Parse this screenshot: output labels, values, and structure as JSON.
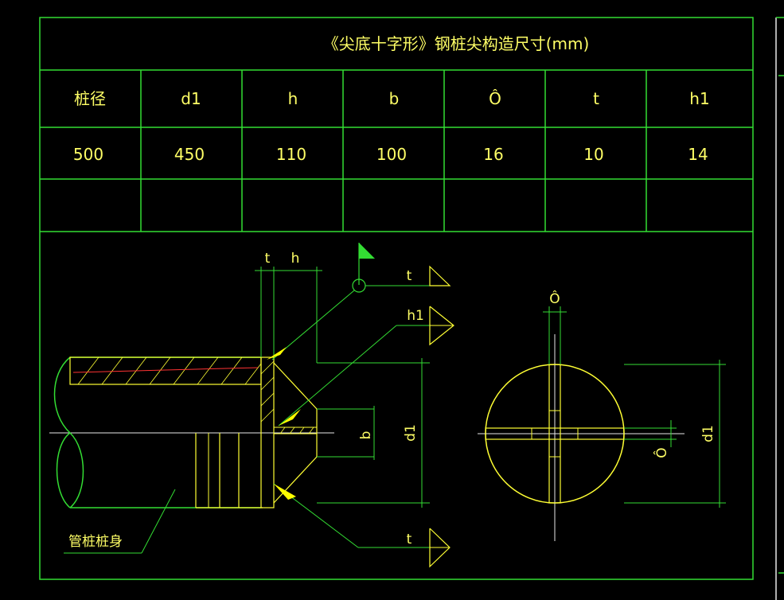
{
  "table": {
    "title": "《尖底十字形》钢桩尖构造尺寸(mm)",
    "headers": [
      "桩径",
      "d1",
      "h",
      "b",
      "Ô",
      "t",
      "h1"
    ],
    "values": [
      "500",
      "450",
      "110",
      "100",
      "16",
      "10",
      "14"
    ]
  },
  "drawing": {
    "labels": {
      "top_t": "t",
      "top_h": "h",
      "flag_t": "t",
      "h1": "h1",
      "b": "b",
      "d1_side": "d1",
      "bottom_t": "t",
      "pile_body": "管桩桩身",
      "circle_o": "Ô",
      "circle_delta": "Ô",
      "circle_d1": "d1"
    }
  },
  "colors": {
    "background": "#000000",
    "frame": "#33dd33",
    "text": "#ffff66",
    "geometry": "#ffff33",
    "centerline": "#e8e8e8",
    "accent_red": "#ff3333",
    "arrow_fill": "#ffff00"
  }
}
